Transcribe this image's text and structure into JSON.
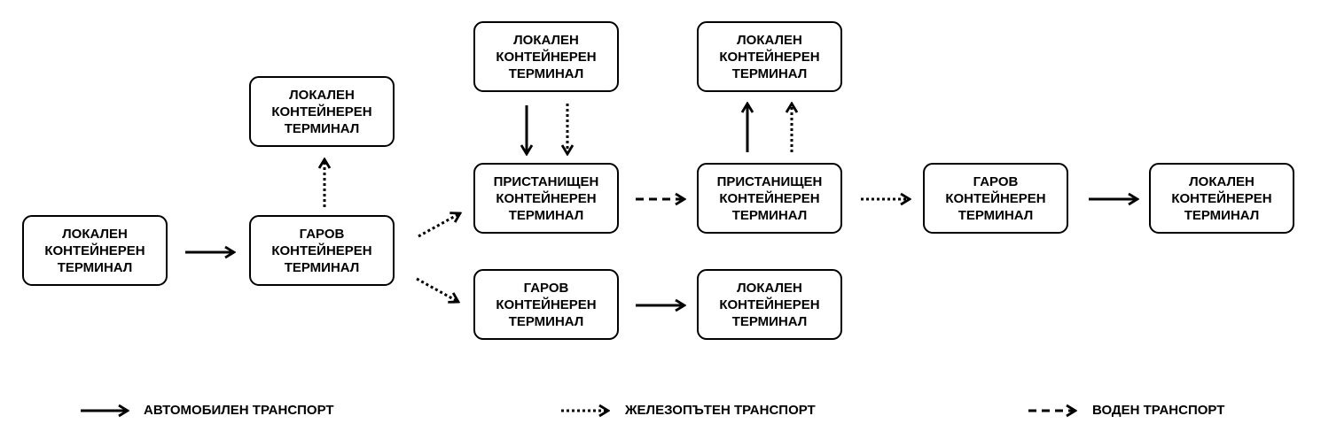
{
  "terminal_types": {
    "local": [
      "ЛОКАЛЕН",
      "КОНТЕЙНЕРЕН",
      "ТЕРМИНАЛ"
    ],
    "rail": [
      "ГАРОВ",
      "КОНТЕЙНЕРЕН",
      "ТЕРМИНАЛ"
    ],
    "port": [
      "ПРИСТАНИЩЕН",
      "КОНТЕЙНЕРЕН",
      "ТЕРМИНАЛ"
    ]
  },
  "nodes": [
    {
      "id": "n1",
      "type": "local"
    },
    {
      "id": "n2",
      "type": "rail"
    },
    {
      "id": "n3",
      "type": "local"
    },
    {
      "id": "n4",
      "type": "local"
    },
    {
      "id": "n5",
      "type": "port"
    },
    {
      "id": "n6",
      "type": "rail"
    },
    {
      "id": "n7",
      "type": "local"
    },
    {
      "id": "n8",
      "type": "port"
    },
    {
      "id": "n9",
      "type": "local"
    },
    {
      "id": "n10",
      "type": "rail"
    },
    {
      "id": "n11",
      "type": "local"
    }
  ],
  "edges": [
    {
      "from": "n1",
      "to": "n2",
      "mode": "road"
    },
    {
      "from": "n2",
      "to": "n3",
      "mode": "rail"
    },
    {
      "from": "n2",
      "to": "n5",
      "mode": "rail"
    },
    {
      "from": "n2",
      "to": "n6",
      "mode": "rail"
    },
    {
      "from": "n4",
      "to": "n5",
      "mode": "road"
    },
    {
      "from": "n4",
      "to": "n5",
      "mode": "rail"
    },
    {
      "from": "n5",
      "to": "n8",
      "mode": "water"
    },
    {
      "from": "n6",
      "to": "n9",
      "mode": "road"
    },
    {
      "from": "n8",
      "to": "n7",
      "mode": "road"
    },
    {
      "from": "n8",
      "to": "n7",
      "mode": "rail"
    },
    {
      "from": "n8",
      "to": "n10",
      "mode": "rail"
    },
    {
      "from": "n10",
      "to": "n11",
      "mode": "road"
    }
  ],
  "legend": {
    "road": "АВТОМОБИЛЕН ТРАНСПОРТ",
    "rail": "ЖЕЛЕЗОПЪТЕН ТРАНСПОРТ",
    "water": "ВОДЕН ТРАНСПОРТ"
  },
  "colors": {
    "line": "#000000",
    "background": "#ffffff"
  }
}
